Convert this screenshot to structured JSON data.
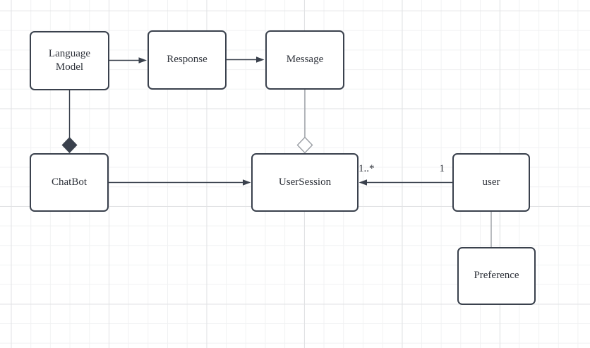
{
  "diagram": {
    "type": "uml-class-diagram",
    "nodes": {
      "language_model": {
        "label": "Language Model"
      },
      "response": {
        "label": "Response"
      },
      "message": {
        "label": "Message"
      },
      "chatbot": {
        "label": "ChatBot"
      },
      "user_session": {
        "label": "UserSession"
      },
      "user": {
        "label": "user"
      },
      "preference": {
        "label": "Preference"
      }
    },
    "edge_labels": {
      "user_to_usersession_target_multiplicity": "1..*",
      "user_to_usersession_source_multiplicity": "1"
    },
    "edges": [
      {
        "from": "Language Model",
        "to": "Response",
        "connector": "directed-arrow"
      },
      {
        "from": "Response",
        "to": "Message",
        "connector": "directed-arrow"
      },
      {
        "from": "Language Model",
        "to": "ChatBot",
        "connector": "composition-filled-diamond-at-chatbot"
      },
      {
        "from": "Message",
        "to": "UserSession",
        "connector": "aggregation-hollow-diamond-at-usersession"
      },
      {
        "from": "ChatBot",
        "to": "UserSession",
        "connector": "directed-arrow"
      },
      {
        "from": "user",
        "to": "UserSession",
        "connector": "directed-arrow",
        "source_multiplicity": "1",
        "target_multiplicity": "1..*"
      },
      {
        "from": "user",
        "to": "Preference",
        "connector": "plain-line"
      }
    ],
    "colors": {
      "stroke_dark": "#3a414d",
      "stroke_light": "#9a9ea4",
      "node_fill": "#ffffff",
      "canvas_background": "#ffffff",
      "grid_minor": "#f1f2f3",
      "grid_major": "#e1e2e4",
      "text": "#2e323a"
    }
  }
}
